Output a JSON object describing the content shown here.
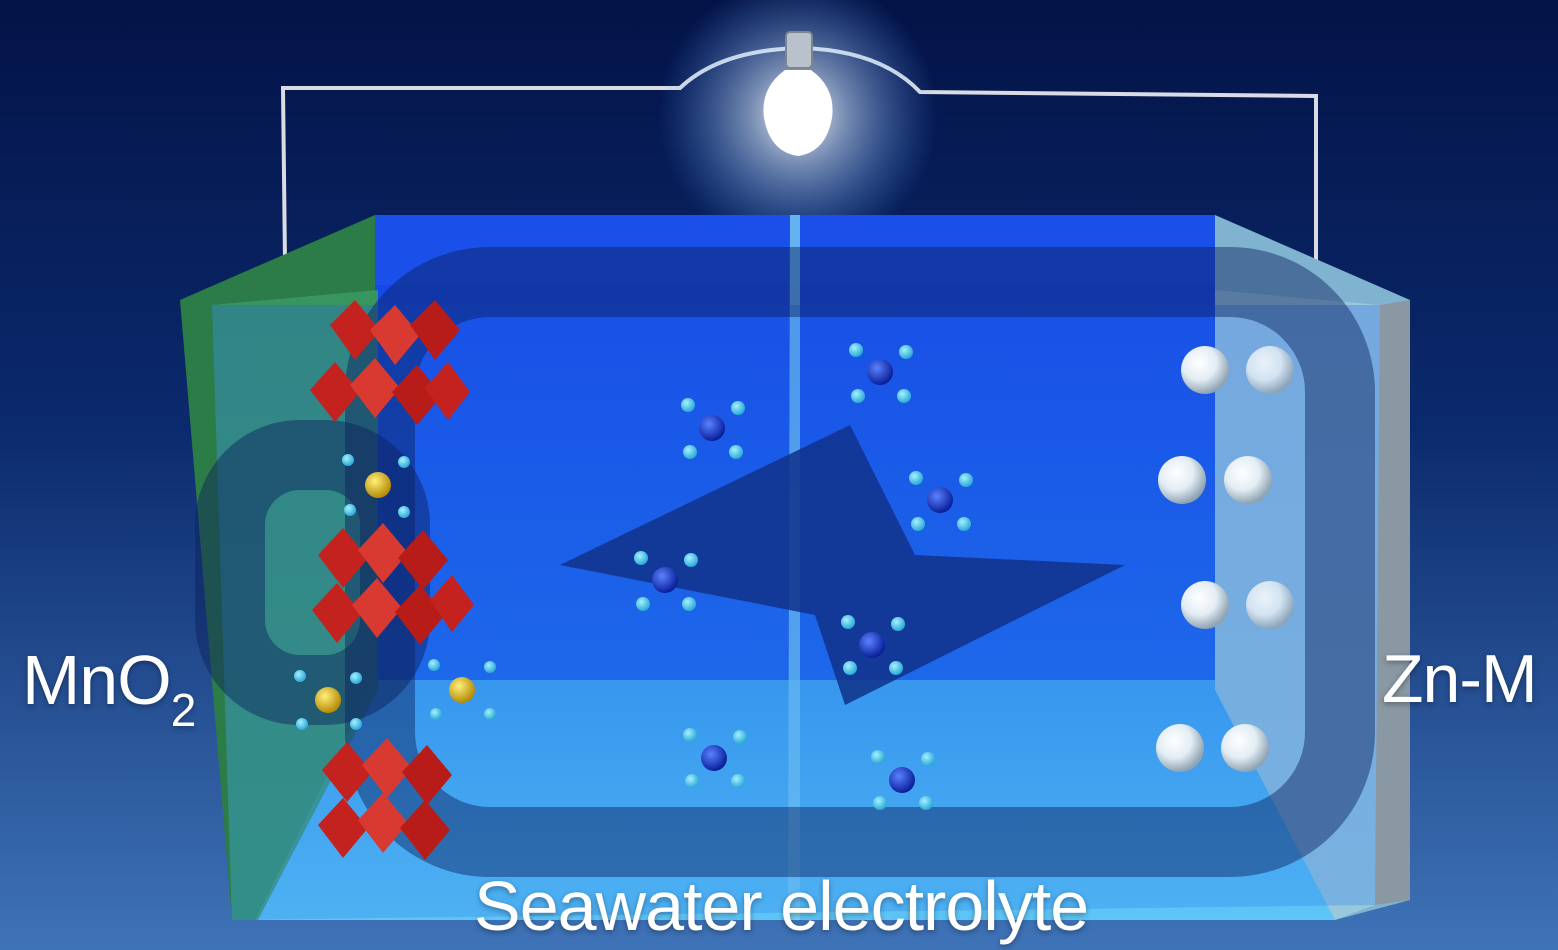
{
  "diagram": {
    "cathode": {
      "formula_base": "MnO",
      "formula_subscript": "2"
    },
    "anode": {
      "label": "Zn-M"
    },
    "electrolyte": {
      "label": "Seawater electrolyte"
    }
  },
  "colors": {
    "background_top": "#031347",
    "background_bottom": "#3f73b7",
    "electrolyte_blue": "#1a5ee8",
    "cathode_plate": "#2f8a52",
    "anode_plate": "#8fc1d9",
    "octahedra_red": "#c4221f",
    "sodium_yellow": "#d9b21d",
    "zinc_ion_blue": "#1236c8",
    "water_cyan": "#47c9f2",
    "lightning_navy": "#10318a"
  }
}
